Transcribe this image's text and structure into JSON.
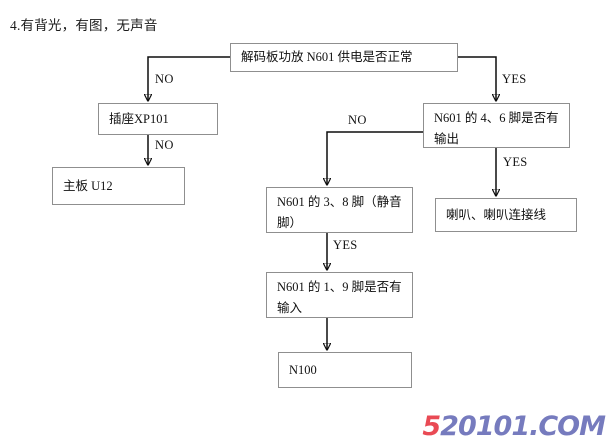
{
  "page": {
    "title": "4.有背光，有图，无声音",
    "background": "#ffffff",
    "box_border_color": "#8f8f8f",
    "line_color": "#0d0d0d"
  },
  "nodes": {
    "root": "解码板功放 N601 供电是否正常",
    "socket": "插座XP101",
    "mainboard": "主板 U12",
    "n601_46": "N601 的 4、6 脚是否有输出",
    "speaker": "喇叭、喇叭连接线",
    "n601_38": "N601 的 3、8 脚（静音脚）",
    "n601_19": "N601 的 1、9 脚是否有输入",
    "n100": "N100"
  },
  "edges": {
    "root_no": "NO",
    "root_yes": "YES",
    "socket_no": "NO",
    "n601_46_no": "NO",
    "n601_46_yes": "YES",
    "n601_38_yes": "YES"
  },
  "watermark": {
    "part1": "5",
    "part2": "20101.COM",
    "color1": "#e8414b",
    "color2": "#6f74bb"
  }
}
